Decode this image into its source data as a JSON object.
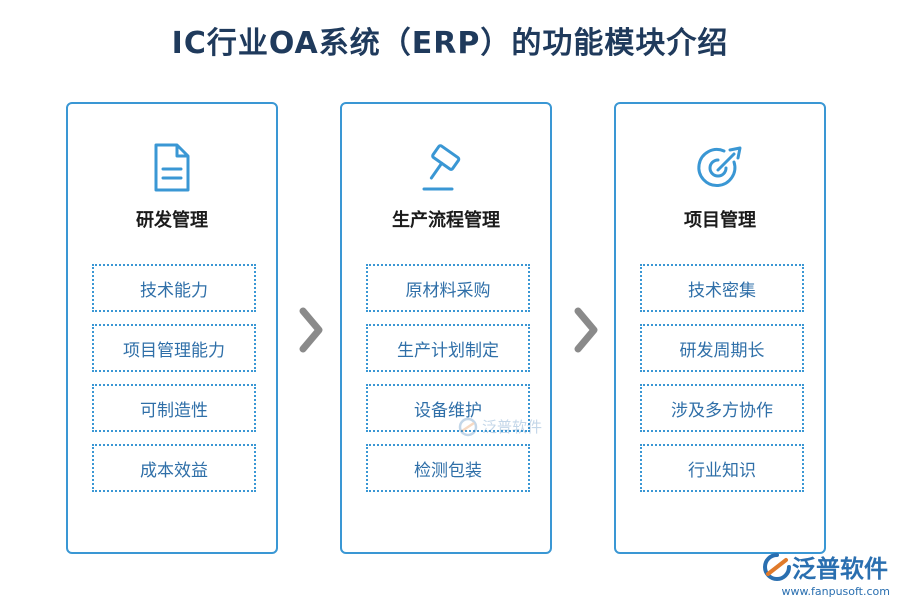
{
  "title": "IC行业OA系统（ERP）的功能模块介绍",
  "columns": [
    {
      "heading": "研发管理",
      "icon": "document-icon",
      "items": [
        "技术能力",
        "项目管理能力",
        "可制造性",
        "成本效益"
      ]
    },
    {
      "heading": "生产流程管理",
      "icon": "gavel-icon",
      "items": [
        "原材料采购",
        "生产计划制定",
        "设备维护",
        "检测包装"
      ]
    },
    {
      "heading": "项目管理",
      "icon": "target-icon",
      "items": [
        "技术密集",
        "研发周期长",
        "涉及多方协作",
        "行业知识"
      ]
    }
  ],
  "watermark": "泛普软件",
  "logo": {
    "name": "泛普软件",
    "url": "www.fanpusoft.com"
  },
  "colors": {
    "accent": "#3a97d4",
    "title": "#1f3a5c",
    "item_text": "#2f6fa8",
    "arrow": "#8a8a8a"
  }
}
